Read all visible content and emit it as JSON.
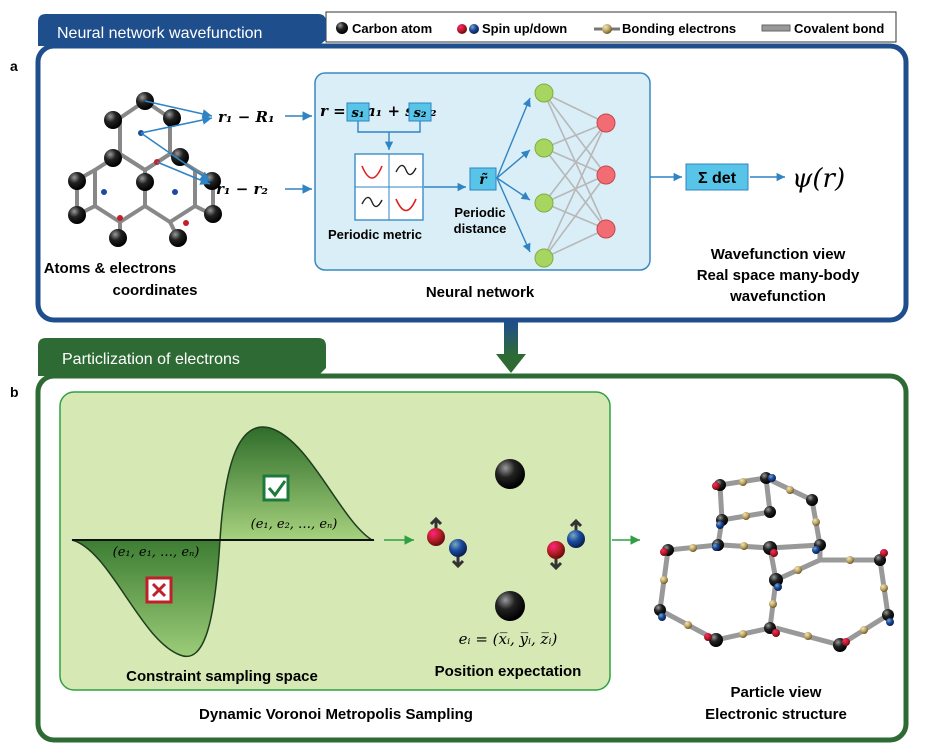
{
  "legend": {
    "carbon": "Carbon atom",
    "spin": "Spin up/down",
    "bonding": "Bonding electrons",
    "covalent": "Covalent bond"
  },
  "panel_a": {
    "letter": "a",
    "tab": "Neural network wavefunction",
    "eq_r1": "r₁ − R₁",
    "eq_r2": "r₁ − r₂",
    "eq_r": "r = s₁a₁ + s₂a₂",
    "s1": "s₁",
    "s2": "s₂",
    "metric_label": "Periodic metric",
    "pd_token": "r̃",
    "pd_label1": "Periodic",
    "pd_label2": "distance",
    "atoms_label1": "Atoms & electrons",
    "atoms_label2": "coordinates",
    "nn_label": "Neural network",
    "det": "Σ det",
    "psi": "ψ(r)",
    "wf1": "Wavefunction view",
    "wf2": "Real space many-body",
    "wf3": "wavefunction"
  },
  "panel_b": {
    "letter": "b",
    "tab": "Particlization of electrons",
    "tuple_low": "(e₁, e₁, …, eₙ)",
    "tuple_high": "(e₁, e₂, …, eₙ)",
    "constraint": "Constraint sampling space",
    "ei": "eᵢ = (x̅ᵢ, y̅ᵢ, z̅ᵢ)",
    "position": "Position expectation",
    "dvms": "Dynamic Voronoi Metropolis Sampling",
    "pv1": "Particle view",
    "pv2": "Electronic structure"
  },
  "colors": {
    "blue": "#1f4e8c",
    "green": "#2e6b34",
    "light_blue": "#d9eef7",
    "light_green": "#d6e8b4"
  }
}
